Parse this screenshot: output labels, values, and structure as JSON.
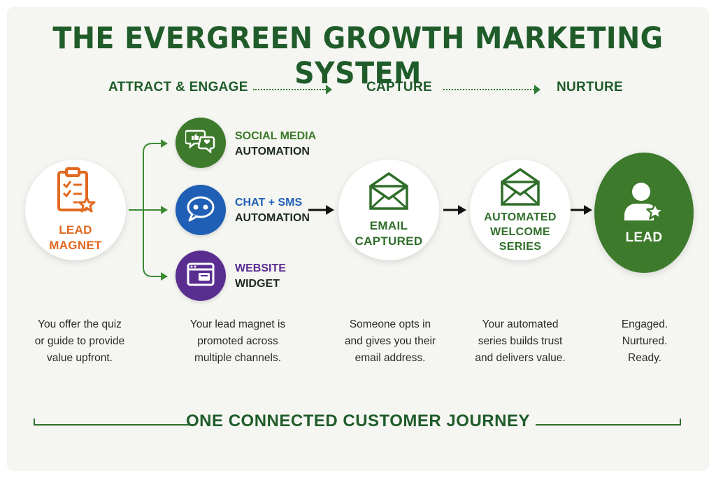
{
  "title": "THE EVERGREEN GROWTH MARKETING SYSTEM",
  "stages": [
    "ATTRACT & ENGAGE",
    "CAPTURE",
    "NURTURE"
  ],
  "lead_magnet": {
    "line1": "LEAD",
    "line2": "MAGNET",
    "icon": "clipboard-checklist-star-icon"
  },
  "channels": [
    {
      "line1": "SOCIAL MEDIA",
      "line2": "AUTOMATION",
      "icon": "social-chat-bubbles-icon",
      "color": "#3d7a2b",
      "label_color": "#3d7a2b"
    },
    {
      "line1": "CHAT + SMS",
      "line2": "AUTOMATION",
      "icon": "chat-bubble-icon",
      "color": "#1f5fb5",
      "label_color": "#1f5fb5"
    },
    {
      "line1": "WEBSITE",
      "line2": "WIDGET",
      "icon": "browser-window-icon",
      "color": "#5a2d91",
      "label_color": "#5a2d91"
    }
  ],
  "email_captured": {
    "line1": "EMAIL",
    "line2": "CAPTURED",
    "icon": "envelope-icon"
  },
  "welcome_series": {
    "line1": "AUTOMATED",
    "line2": "WELCOME",
    "line3": "SERIES",
    "icon": "envelope-icon"
  },
  "lead": {
    "label": "LEAD",
    "icon": "user-star-icon"
  },
  "descriptions": {
    "lead_magnet": [
      "You offer the quiz",
      "or guide to provide",
      "value upfront."
    ],
    "channels": [
      "Your lead magnet is",
      "promoted across",
      "multiple channels."
    ],
    "capture": [
      "Someone opts in",
      "and gives you their",
      "email address."
    ],
    "nurture": [
      "Your automated",
      "series builds trust",
      "and delivers value."
    ],
    "lead": [
      "Engaged.",
      "Nurtured.",
      "Ready."
    ]
  },
  "footer": "ONE CONNECTED CUSTOMER JOURNEY",
  "colors": {
    "brand_green": "#1f5c2a",
    "orange": "#e0681f",
    "blue": "#1f5fb5",
    "purple": "#5a2d91"
  }
}
